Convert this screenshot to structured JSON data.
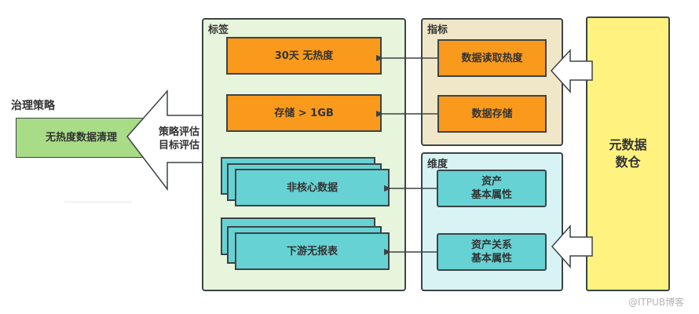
{
  "policy": {
    "section_title": "治理策略",
    "action_label": "无热度数据清理",
    "evaluation_lines": [
      "策略评估",
      "目标评估"
    ]
  },
  "tags_group": {
    "title": "标签",
    "items": [
      {
        "label": "30天 无热度"
      },
      {
        "label": "存储 > 1GB"
      },
      {
        "label": "非核心数据"
      },
      {
        "label": "下游无报表"
      }
    ]
  },
  "metrics_group": {
    "title": "指标",
    "items": [
      {
        "label": "数据读取热度"
      },
      {
        "label": "数据存储"
      }
    ]
  },
  "dimensions_group": {
    "title": "维度",
    "items": [
      {
        "lines": [
          "资产",
          "基本属性"
        ]
      },
      {
        "lines": [
          "资产关系",
          "基本属性"
        ]
      }
    ]
  },
  "source": {
    "lines": [
      "元数据",
      "数仓"
    ]
  },
  "watermark": "@ITPUB博客",
  "colors": {
    "policy_green": "#a8dc87",
    "tags_bg": "#e6f5dc",
    "metrics_bg": "#f0e6c8",
    "dimensions_bg": "#d8f3f3",
    "orange": "#f99a1c",
    "teal": "#66d2d4",
    "source_yellow": "#fff27f",
    "border": "#3d4447"
  }
}
